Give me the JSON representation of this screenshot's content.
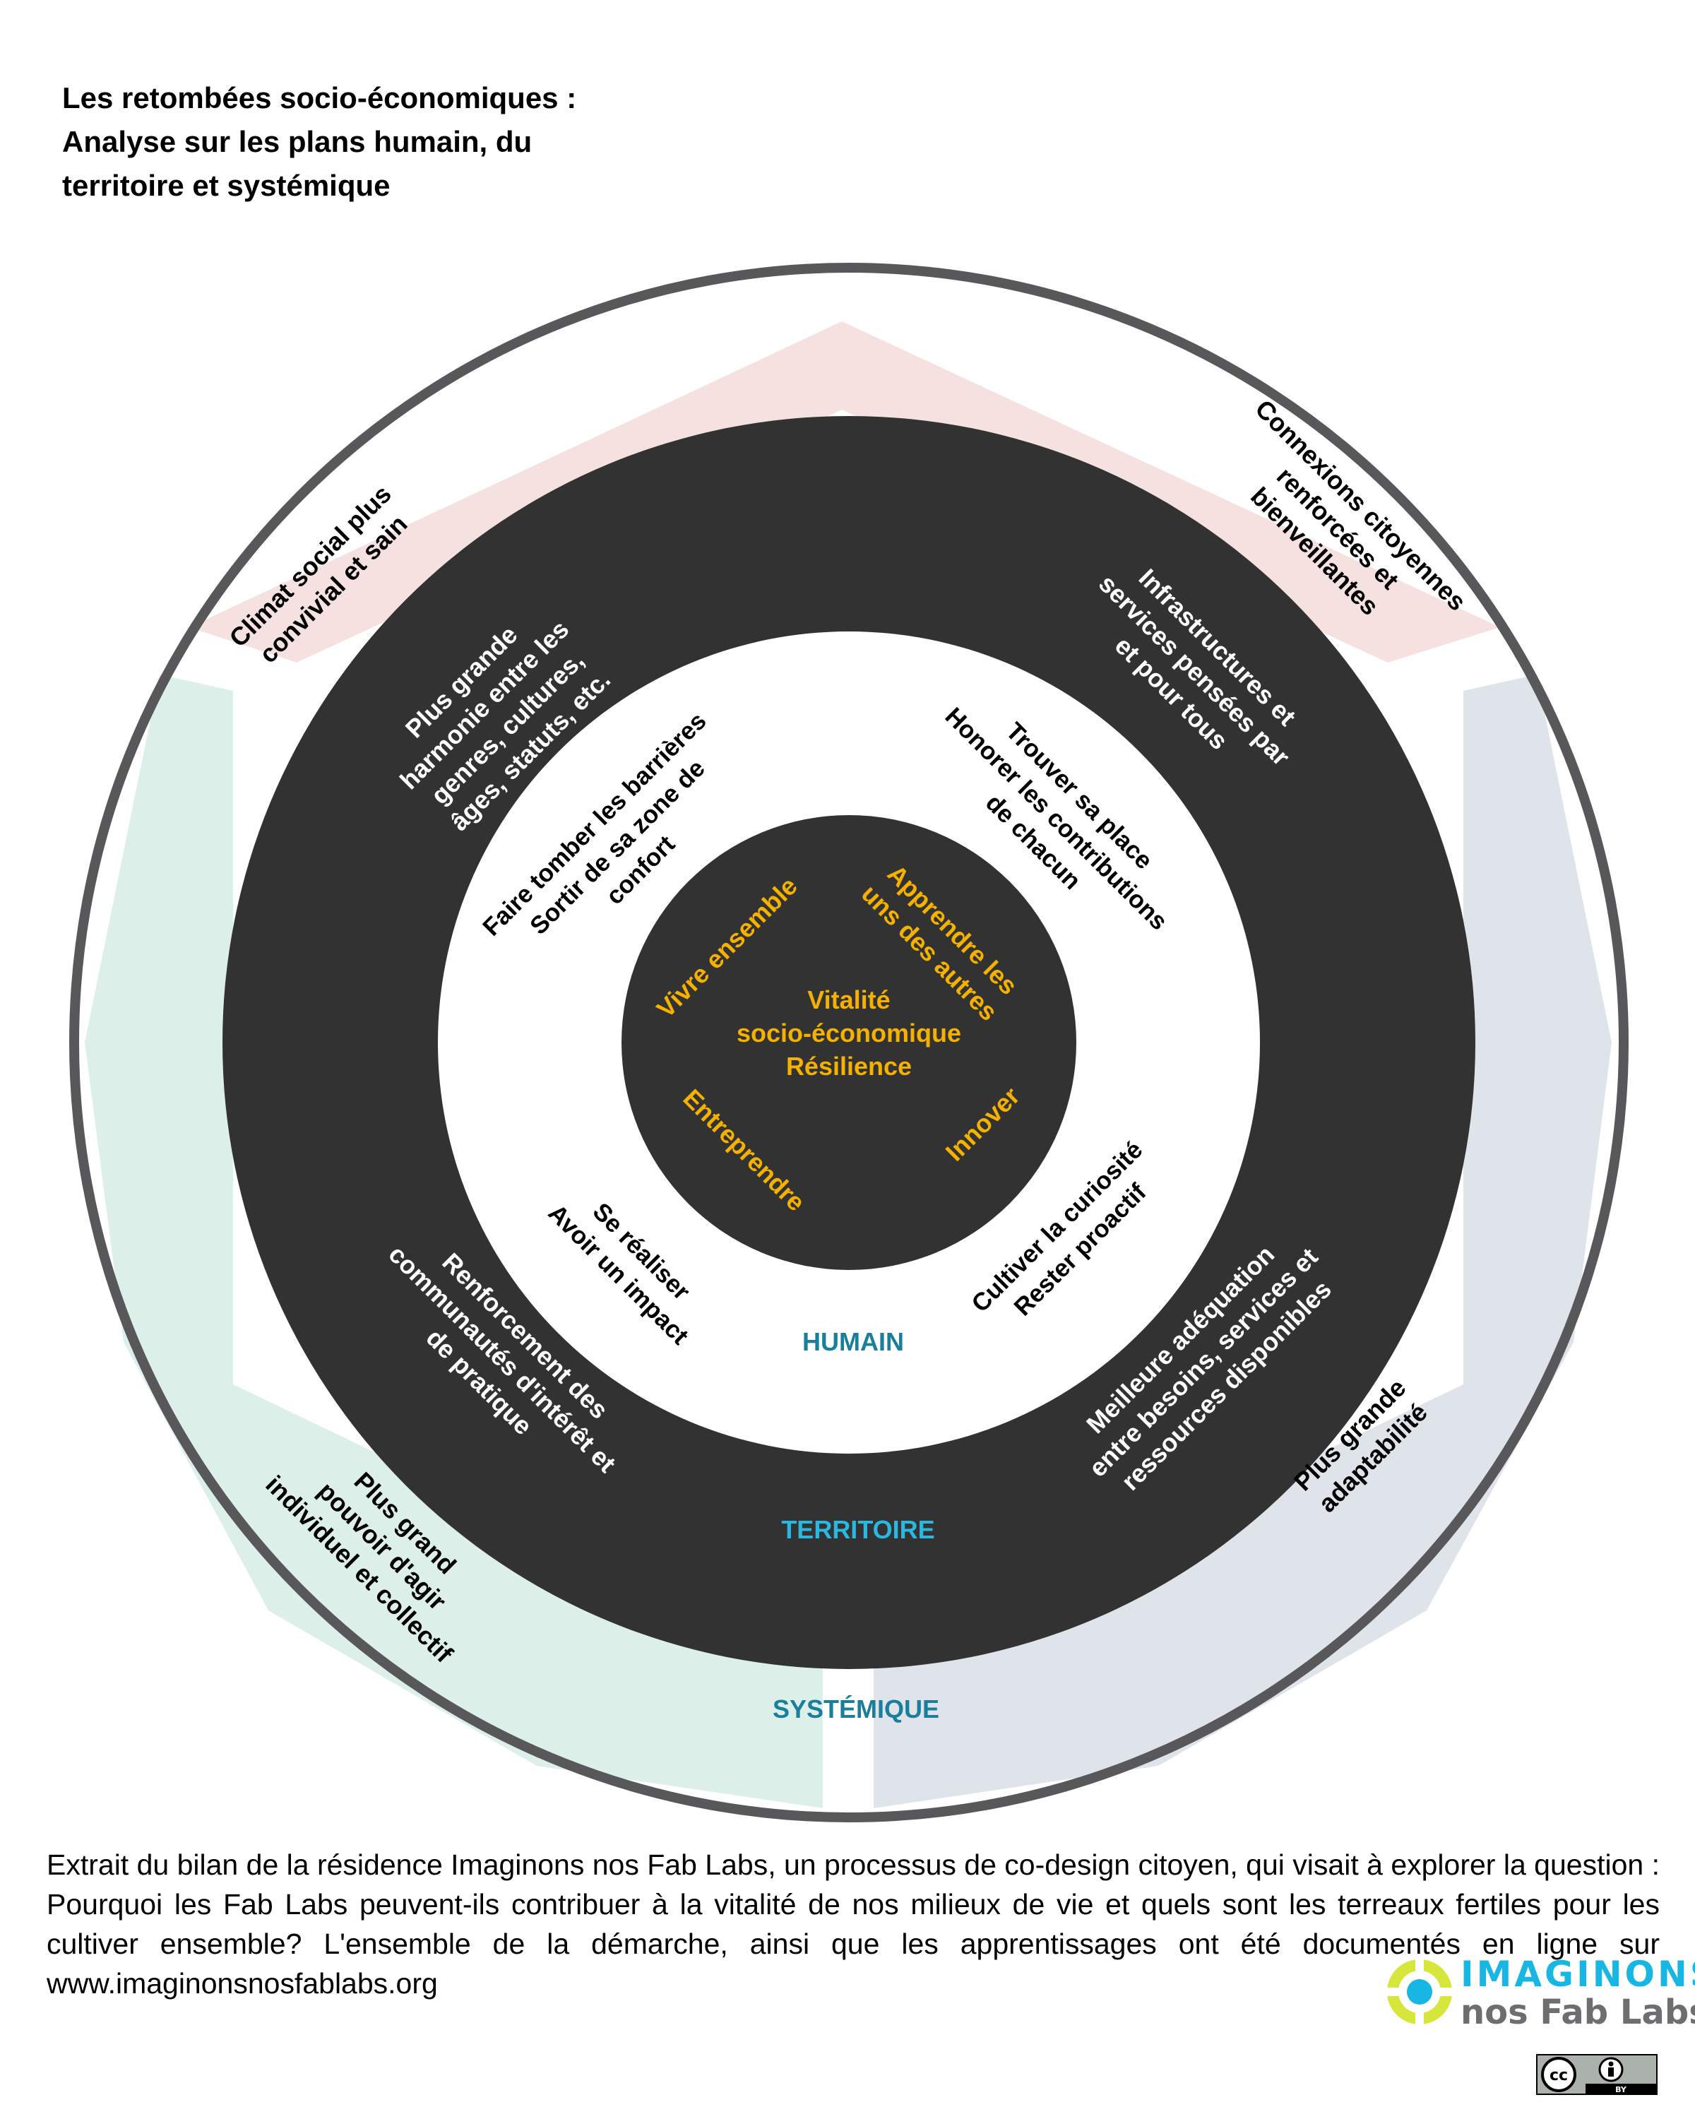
{
  "title": {
    "line1": "Les retombées socio-économiques :",
    "line2": "Analyse sur les plans humain, du",
    "line3": "territoire et systémique"
  },
  "colors": {
    "ring_outline": "#58585a",
    "dark_ring": "#323232",
    "center_text": "#f5b100",
    "label_humain": "#1a7f9c",
    "label_territoire": "#2ab7e0",
    "label_systemique": "#1a7f9c",
    "sector_top": "#f6e1e1",
    "sector_right": "#dfe4ea",
    "sector_left": "#dcefe8"
  },
  "center": {
    "line1": "Vitalité",
    "line2": "socio-économique",
    "line3": "Résilience",
    "vivre": "Vivre ensemble",
    "apprendre1": "Apprendre les",
    "apprendre2": "uns des autres",
    "entreprendre": "Entreprendre",
    "innover": "Innover"
  },
  "humain": {
    "label": "HUMAIN",
    "nw1": "Faire tomber les barrières",
    "nw2": "Sortir de sa zone de",
    "nw3": "confort",
    "ne1": "Trouver sa place",
    "ne2": "Honorer les contributions",
    "ne3": "de chacun",
    "sw1": "Se réaliser",
    "sw2": "Avoir un impact",
    "se1": "Cultiver la curiosité",
    "se2": "Rester proactif"
  },
  "territoire": {
    "label": "TERRITOIRE",
    "nw1": "Plus grande",
    "nw2": "harmonie entre les",
    "nw3": "genres, cultures,",
    "nw4": "âges, statuts, etc.",
    "ne1": "Infrastructures et",
    "ne2": "services pensées par",
    "ne3": "et pour tous",
    "sw1": "Renforcement des",
    "sw2": "communautés d'intérêt et",
    "sw3": "de pratique",
    "se1": "Meilleure adéquation",
    "se2": "entre besoins, services et",
    "se3": "ressources disponibles"
  },
  "systemique": {
    "label": "SYSTÉMIQUE",
    "nw1": "Climat social plus",
    "nw2": "convivial et sain",
    "ne1": "Connexions citoyennes",
    "ne2": "renforcées et",
    "ne3": "bienveillantes",
    "sw1": "Plus grand",
    "sw2": "pouvoir d'agir",
    "sw3": "individuel et collectif",
    "se1": "Plus grande",
    "se2": "adaptabilité"
  },
  "footer": "Extrait du bilan de la résidence Imaginons nos Fab Labs, un processus de co-design citoyen, qui visait à explorer la question : Pourquoi les Fab Labs peuvent-ils contribuer à la vitalité de nos milieux de vie et quels sont les terreaux fertiles pour les cultiver ensemble? L'ensemble de la démarche, ainsi que les apprentissages ont été documentés en ligne sur www.imaginonsnosfablabs.org",
  "logo": {
    "line1": "IMAGINONS",
    "line2": "nos Fab Labs"
  },
  "license": {
    "cc": "cc",
    "by": "BY"
  }
}
